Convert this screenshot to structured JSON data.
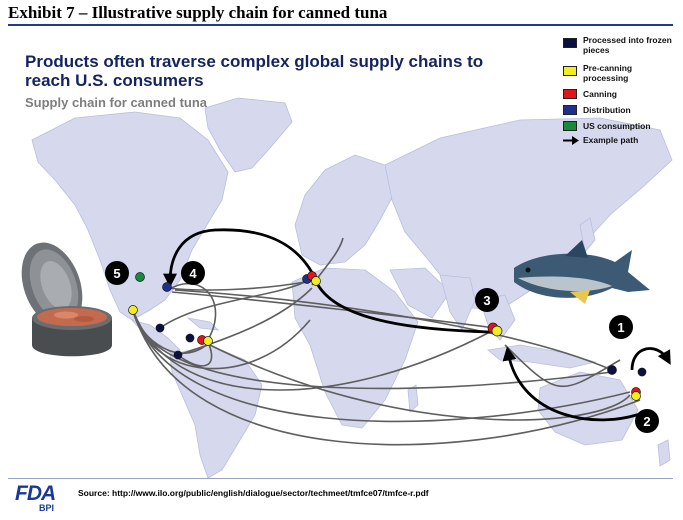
{
  "header": {
    "exhibit_title": "Exhibit 7 – Illustrative supply chain for canned tuna"
  },
  "slide": {
    "title": "Products often traverse complex global supply chains to reach U.S. consumers",
    "subtitle": "Supply chain for canned tuna"
  },
  "legend": [
    {
      "label": "Processed into frozen pieces",
      "color": "#0c1040"
    },
    {
      "label": "Pre-canning processing",
      "color": "#f2ee1e"
    },
    {
      "label": "Canning",
      "color": "#e2141b"
    },
    {
      "label": "Distribution",
      "color": "#1e2f8c"
    },
    {
      "label": "US consumption",
      "color": "#178a3c"
    },
    {
      "label": "Example path",
      "icon": "arrow-icon"
    }
  ],
  "steps": [
    "1",
    "2",
    "3",
    "4",
    "5"
  ],
  "footer": {
    "logo_text": "FDA",
    "logo_subtext": "BPI",
    "source": "Source: http://www.ilo.org/public/english/dialogue/sector/techmeet/tmfce07/tmfce-r.pdf"
  },
  "colors": {
    "land": "#d6d9ee",
    "ocean": "#ffffff",
    "title_blue": "#14245e",
    "path_grey": "#5e5e5e",
    "path_black": "#000000"
  }
}
